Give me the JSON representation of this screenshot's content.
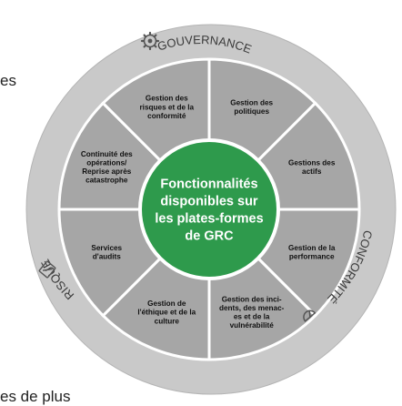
{
  "fragments": {
    "top_left": "es",
    "bottom_left": "es de plus"
  },
  "colors": {
    "outer_ring": "#c9c9c9",
    "outer_ring_stroke": "#b4b4b4",
    "segment": "#a6a6a6",
    "segment_border": "#ffffff",
    "center": "#2e9a4c",
    "center_border": "#ffffff",
    "segment_text": "#111111",
    "ring_text": "#3a3a3a",
    "center_text": "#ffffff"
  },
  "ring_labels": [
    {
      "id": "gouvernance",
      "text": "GOUVERNANCE",
      "icon": "gear-icon"
    },
    {
      "id": "conformite",
      "text": "CONFORMITÉ",
      "icon": "gauge-icon"
    },
    {
      "id": "risque",
      "text": "RISQUE",
      "icon": "pencil-note-icon"
    }
  ],
  "center_label": [
    "Fonctionnalités",
    "disponibles sur",
    "les plates-formes",
    "de GRC"
  ],
  "segments": [
    {
      "id": "gestion-politiques",
      "lines": [
        "Gestion des",
        "politiques"
      ]
    },
    {
      "id": "gestion-actifs",
      "lines": [
        "Gestions des",
        "actifs"
      ]
    },
    {
      "id": "gestion-performance",
      "lines": [
        "Gestion de la",
        "performance"
      ]
    },
    {
      "id": "gestion-incidents",
      "lines": [
        "Gestion des inci-",
        "dents, des menac-",
        "es et de la",
        "vulnérabilité"
      ]
    },
    {
      "id": "gestion-ethique",
      "lines": [
        "Gestion de",
        "l'éthique et de la",
        "culture"
      ]
    },
    {
      "id": "services-audits",
      "lines": [
        "Services",
        "d'audits"
      ]
    },
    {
      "id": "continuite-operations",
      "lines": [
        "Continuité des",
        "opérations/",
        "Reprise après",
        "catastrophe"
      ]
    },
    {
      "id": "gestion-risques",
      "lines": [
        "Gestion des",
        "risques et de la",
        "conformité"
      ]
    }
  ]
}
